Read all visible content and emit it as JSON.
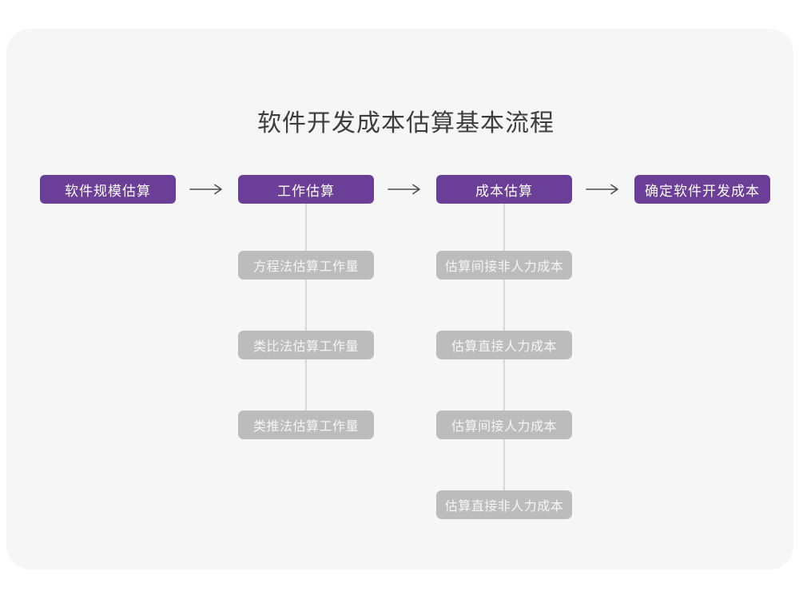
{
  "title": "软件开发成本估算基本流程",
  "colors": {
    "purple": "#6B3E98",
    "gray_node": "#BCBCBC",
    "gray_node_text": "#F5F5F5",
    "card_bg": "#F6F6F7",
    "connector": "#D8D8D8",
    "arrow": "#4D4D4D",
    "title_text": "#3D3D3D"
  },
  "flow": {
    "stages": [
      {
        "label": "软件规模估算",
        "children": []
      },
      {
        "label": "工作估算",
        "children": [
          "方程法估算工作量",
          "类比法估算工作量",
          "类推法估算工作量"
        ]
      },
      {
        "label": "成本估算",
        "children": [
          "估算间接非人力成本",
          "估算直接人力成本",
          "估算间接人力成本",
          "估算直接非人力成本"
        ]
      },
      {
        "label": "确定软件开发成本",
        "children": []
      }
    ]
  }
}
